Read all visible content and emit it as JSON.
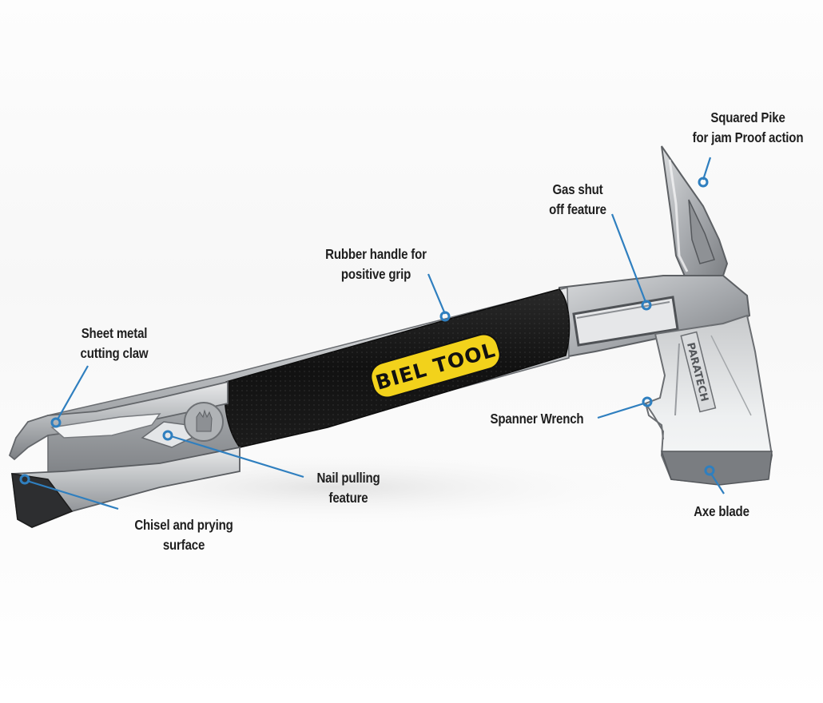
{
  "diagram": {
    "subject": "Multi-purpose forcible entry hammer / axe tool",
    "handle_brand": "BIEL TOOL",
    "head_brand": "PARATECH",
    "colors": {
      "leader_line": "#2f7fbf",
      "label_text": "#1e1e1e",
      "grip_rubber": "#161616",
      "brand_badge": "#f2d21b",
      "metal": "#b9bcbf"
    },
    "callouts": [
      {
        "id": "squared-pike",
        "lines": [
          "Squared Pike",
          "for jam Proof action"
        ]
      },
      {
        "id": "gas-shut-off",
        "lines": [
          "Gas shut",
          "off feature"
        ]
      },
      {
        "id": "rubber-handle",
        "lines": [
          "Rubber handle for",
          "positive grip"
        ]
      },
      {
        "id": "sheet-metal-claw",
        "lines": [
          "Sheet metal",
          "cutting claw"
        ]
      },
      {
        "id": "spanner-wrench",
        "lines": [
          "Spanner Wrench"
        ]
      },
      {
        "id": "nail-pulling",
        "lines": [
          "Nail pulling",
          "feature"
        ]
      },
      {
        "id": "chisel-prying",
        "lines": [
          "Chisel and prying",
          "surface"
        ]
      },
      {
        "id": "axe-blade",
        "lines": [
          "Axe blade"
        ]
      }
    ]
  }
}
